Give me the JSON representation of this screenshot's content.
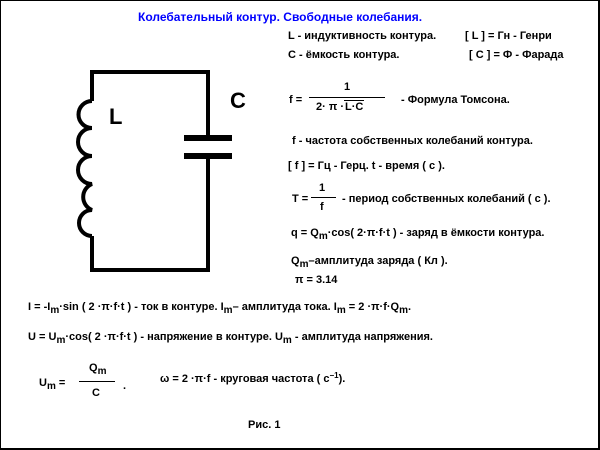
{
  "title": "Колебательный контур. Свободные колебания.",
  "circuit": {
    "inductor_label": "L",
    "capacitor_label": "C"
  },
  "definitions": {
    "L_def": "L - индуктивность контура.",
    "L_unit": "[ L ] = Гн - Генри",
    "C_def": "C - ёмкость контура.",
    "C_unit": "[ C ] = Ф - Фарада"
  },
  "thomson": {
    "lhs": "f =",
    "numerator": "1",
    "denominator_prefix": "2· π ·",
    "sqrt_content": "L·C",
    "caption": "- Формула  Томсона."
  },
  "f_def": "f - частота собственных колебаний контура.",
  "f_unit": "[ f ] = Гц - Герц.   t - время ( с ).",
  "period": {
    "lhs": "T =",
    "numerator": "1",
    "denominator": "f",
    "caption": "- период собственных колебаний ( с )."
  },
  "charge": {
    "pre": "q = Q",
    "sub": "m",
    "post": "·cos( 2·π·f·t ) - заряд в ёмкости контура."
  },
  "charge_amp": {
    "pre": "Q",
    "sub": "m",
    "post": "–амплитуда заряда ( Кл )."
  },
  "pi_value": "π = 3.14",
  "current": {
    "p1": "I = -I",
    "s1": "m",
    "p2": "·sin ( 2 ·π·f·t )  -  ток в контуре.  I",
    "s2": "m",
    "p3": "– амплитуда тока.  I",
    "s3": "m",
    "p4": " = 2 ·π·f·Q",
    "s4": "m",
    "p5": "."
  },
  "voltage": {
    "p1": "U = U",
    "s1": "m",
    "p2": "·cos( 2 ·π·f·t ) - напряжение в контуре.   U",
    "s2": "m",
    "p3": " - амплитуда напряжения."
  },
  "um_formula": {
    "lhs_pre": "U",
    "lhs_sub": "m",
    "eq": "=",
    "num_pre": "Q",
    "num_sub": "m",
    "den": "C",
    "dot": "."
  },
  "omega": {
    "pre": "ω = 2 ·π·f  - круговая частота ( с",
    "sup": "−1",
    "post": ")."
  },
  "caption": "Рис. 1"
}
